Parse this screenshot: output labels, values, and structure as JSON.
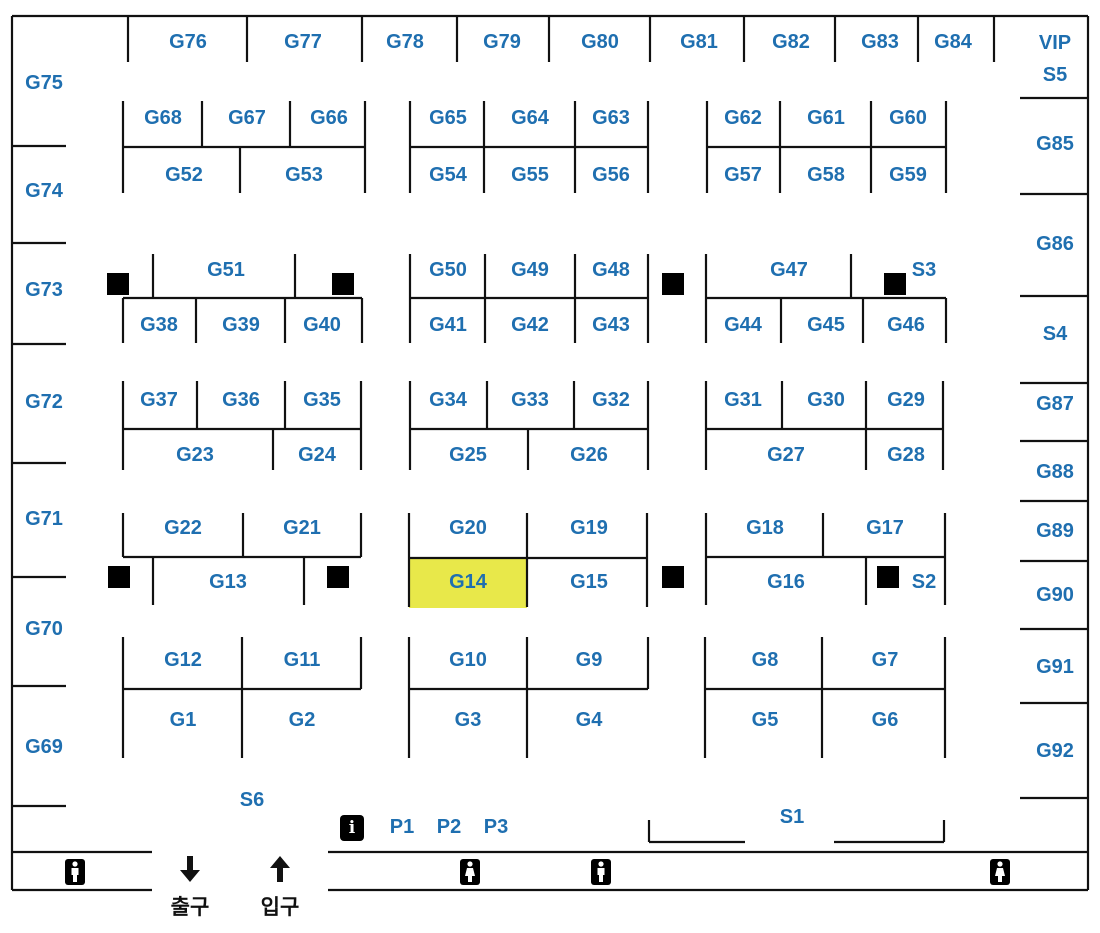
{
  "map": {
    "highlight_color": "#e8e84a",
    "booth_label_color": "#1f6fb0",
    "line_color": "#111111",
    "booths": {
      "G1": "G1",
      "G2": "G2",
      "G3": "G3",
      "G4": "G4",
      "G5": "G5",
      "G6": "G6",
      "G7": "G7",
      "G8": "G8",
      "G9": "G9",
      "G10": "G10",
      "G11": "G11",
      "G12": "G12",
      "G13": "G13",
      "G14": "G14",
      "G15": "G15",
      "G16": "G16",
      "G17": "G17",
      "G18": "G18",
      "G19": "G19",
      "G20": "G20",
      "G21": "G21",
      "G22": "G22",
      "G23": "G23",
      "G24": "G24",
      "G25": "G25",
      "G26": "G26",
      "G27": "G27",
      "G28": "G28",
      "G29": "G29",
      "G30": "G30",
      "G31": "G31",
      "G32": "G32",
      "G33": "G33",
      "G34": "G34",
      "G35": "G35",
      "G36": "G36",
      "G37": "G37",
      "G38": "G38",
      "G39": "G39",
      "G40": "G40",
      "G41": "G41",
      "G42": "G42",
      "G43": "G43",
      "G44": "G44",
      "G45": "G45",
      "G46": "G46",
      "G47": "G47",
      "G48": "G48",
      "G49": "G49",
      "G50": "G50",
      "G51": "G51",
      "G52": "G52",
      "G53": "G53",
      "G54": "G54",
      "G55": "G55",
      "G56": "G56",
      "G57": "G57",
      "G58": "G58",
      "G59": "G59",
      "G60": "G60",
      "G61": "G61",
      "G62": "G62",
      "G63": "G63",
      "G64": "G64",
      "G65": "G65",
      "G66": "G66",
      "G67": "G67",
      "G68": "G68",
      "G69": "G69",
      "G70": "G70",
      "G71": "G71",
      "G72": "G72",
      "G73": "G73",
      "G74": "G74",
      "G75": "G75",
      "G76": "G76",
      "G77": "G77",
      "G78": "G78",
      "G79": "G79",
      "G80": "G80",
      "G81": "G81",
      "G82": "G82",
      "G83": "G83",
      "G84": "G84",
      "G85": "G85",
      "G86": "G86",
      "G87": "G87",
      "G88": "G88",
      "G89": "G89",
      "G90": "G90",
      "G91": "G91",
      "G92": "G92",
      "S1": "S1",
      "S2": "S2",
      "S3": "S3",
      "S4": "S4",
      "S6": "S6",
      "VIP": "VIP",
      "S5": "S5",
      "P1": "P1",
      "P2": "P2",
      "P3": "P3"
    },
    "highlighted_booth": "G14",
    "info_symbol": "i",
    "exit_label": "출구",
    "entrance_label": "입구",
    "icons": [
      "info-icon",
      "pillar-icon",
      "restroom-male-icon",
      "restroom-female-icon",
      "arrow-down-icon",
      "arrow-up-icon"
    ]
  }
}
